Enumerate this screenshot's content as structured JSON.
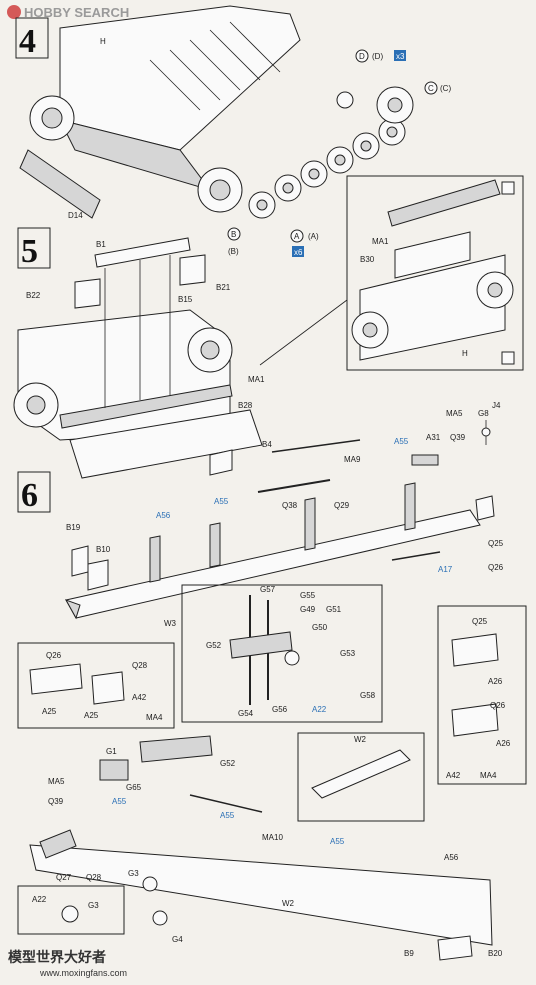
{
  "watermark": {
    "brand": "HOBBY SEARCH",
    "footer_site": "www.moxingfans.com",
    "footer_cn": "模型世界大好者"
  },
  "steps": [
    {
      "number": "4"
    },
    {
      "number": "5"
    },
    {
      "number": "6"
    }
  ],
  "step4": {
    "labels": [
      "H",
      "D14",
      "D",
      "(D)",
      "x3",
      "C",
      "(C)",
      "B",
      "(B)",
      "A",
      "(A)",
      "x6"
    ]
  },
  "step5": {
    "labels": [
      "B1",
      "B21",
      "B22",
      "B15",
      "MA1",
      "B28",
      "B4",
      "B30",
      "H"
    ]
  },
  "step6": {
    "labels": [
      "J4",
      "G8",
      "MA5",
      "A31",
      "A55",
      "Q39",
      "MA9",
      "Q38",
      "Q29",
      "A56",
      "A55",
      "B19",
      "B10",
      "W3",
      "Q25",
      "Q26",
      "A17",
      "G57",
      "G55",
      "G49",
      "G51",
      "G50",
      "G52",
      "G53",
      "G54",
      "G56",
      "A22",
      "G58",
      "Q26",
      "Q28",
      "A42",
      "MA4",
      "A25",
      "A25",
      "Q25",
      "A26",
      "Q26",
      "A26",
      "A42",
      "MA4",
      "W2",
      "G1",
      "G52",
      "G65",
      "MA5",
      "Q39",
      "A55",
      "MA10",
      "A55",
      "A55",
      "A56",
      "Q27",
      "Q28",
      "G3",
      "A22",
      "G3",
      "G4",
      "W2",
      "B9",
      "B20"
    ]
  }
}
